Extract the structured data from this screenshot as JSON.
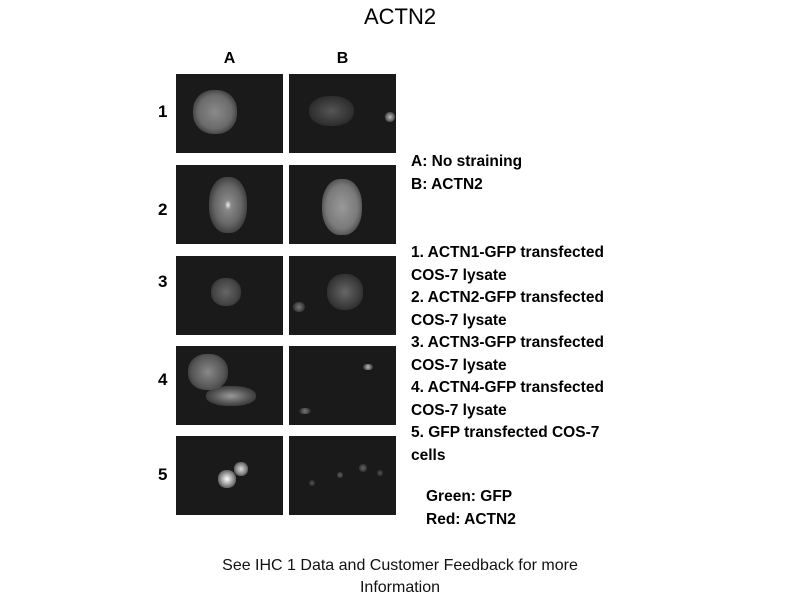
{
  "title": "ACTN2",
  "columns": [
    "A",
    "B"
  ],
  "rows": [
    "1",
    "2",
    "3",
    "4",
    "5"
  ],
  "legend_columns": [
    "A: No straining",
    "B: ACTN2"
  ],
  "legend_rows": [
    "1. ACTN1-GFP transfected",
    "COS-7 lysate",
    "2. ACTN2-GFP transfected",
    "COS-7 lysate",
    "3. ACTN3-GFP transfected",
    "COS-7 lysate",
    "4. ACTN4-GFP transfected",
    "COS-7 lysate",
    "5. GFP transfected COS-7",
    "cells"
  ],
  "legend_colors": [
    "Green: GFP",
    "Red: ACTN2"
  ],
  "footer": [
    "See IHC 1 Data and Customer Feedback for more",
    "Information"
  ]
}
